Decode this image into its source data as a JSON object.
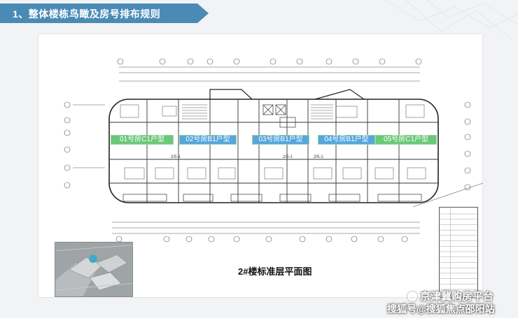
{
  "header": {
    "title": "1、整体楼栋鸟瞰及房号排布规则"
  },
  "plan": {
    "title": "2#楼标准层平面图",
    "units": [
      {
        "label": "01号房C1户型",
        "color": "#6cc879"
      },
      {
        "label": "02号房B1户型",
        "color": "#57a6dc"
      },
      {
        "label": "03号房B1户型",
        "color": "#57a6dc"
      },
      {
        "label": "04号房B1户型",
        "color": "#57a6dc"
      },
      {
        "label": "05号房C1户型",
        "color": "#6cc879"
      }
    ],
    "stair_notes": [
      "2/5-1",
      "2/5-1",
      "2/5-1"
    ]
  },
  "watermark": {
    "line1": "京津冀购房平台",
    "line2": "搜狐号@搜狐焦点邵阳站"
  }
}
